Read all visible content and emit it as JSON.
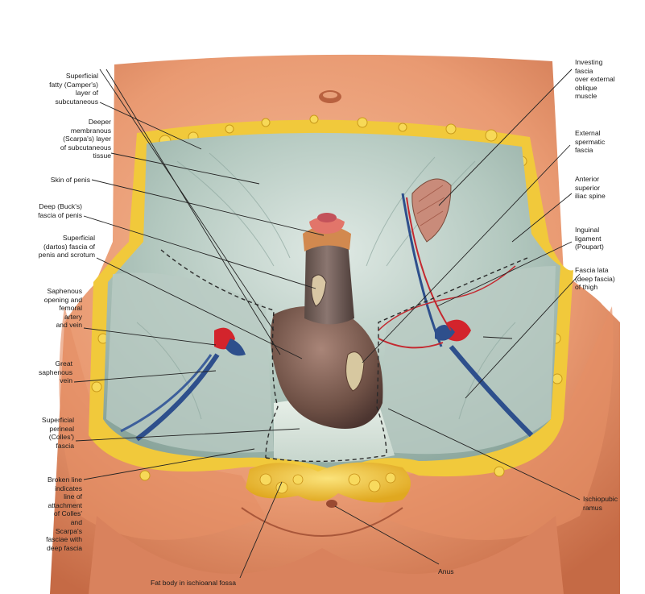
{
  "figure": {
    "colors": {
      "skin": "#e7926a",
      "skin_light": "#f3b493",
      "skin_dark": "#b9603e",
      "fat": "#f2cc3a",
      "fascia": "#a9bfb6",
      "fascia_light": "#d5e2dc",
      "penis_skin": "#cf8a55",
      "scrotum": "#7a5b4e",
      "artery": "#d3242c",
      "vein": "#2e4f8c",
      "leader_line": "#222222"
    },
    "labels": {
      "campers": "Superficial\nfatty (Camper's)\nlayer of\nsubcutaneous",
      "scarpas": "Deeper\nmembranous\n(Scarpa's) layer\nof subcutaneous\ntissue",
      "skin_penis": "Skin of penis",
      "bucks": "Deep (Buck's)\nfascia of penis",
      "dartos": "Superficial\n(dartos) fascia of\npenis and scrotum",
      "saphenous_opening": "Saphenous\nopening and\nfemoral\nartery\nand vein",
      "great_saphenous": "Great\nsaphenous\nvein",
      "colles": "Superficial\nperineal\n(Colles')\nfascia",
      "broken_line": "Broken line\nindicates\nline of\nattachment\nof Colles'\nand\nScarpa's\nfasciae with\ndeep fascia",
      "fat_body": "Fat body in ischioanal fossa",
      "investing": "Investing\nfascia\nover external\noblique\nmuscle",
      "ext_spermatic": "External\nspermatic\nfascia",
      "asis": "Anterior\nsuperior\niliac spine",
      "inguinal": "Inguinal\nligament\n(Poupart)",
      "fascia_lata": "Fascia lata\n(deep fascia)\nof thigh",
      "ischiopubic": "Ischiopubic\nramus",
      "anus": "Anus"
    }
  }
}
